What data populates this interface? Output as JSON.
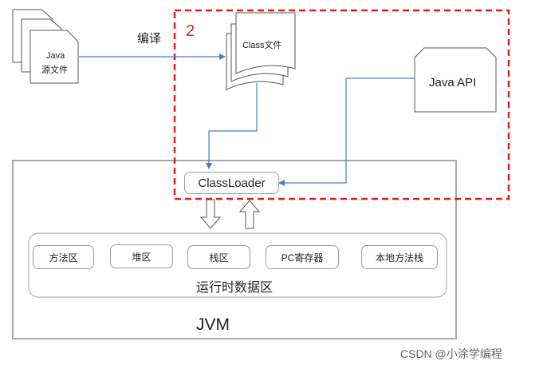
{
  "source_file": {
    "label_line1": "Java",
    "label_line2": "源文件"
  },
  "compile_label": "编译",
  "step_number": "2",
  "class_file": {
    "label": "Class文件"
  },
  "java_api": {
    "label": "Java API"
  },
  "classloader": {
    "label": "ClassLoader"
  },
  "runtime_area": {
    "title": "运行时数据区",
    "regions": [
      "方法区",
      "堆区",
      "栈区",
      "PC寄存器",
      "本地方法栈"
    ]
  },
  "jvm_label": "JVM",
  "watermark": "CSDN @小涂学编程",
  "colors": {
    "dashed_box": "#e02020",
    "arrow": "#4a7fc0",
    "border": "#9a9a9a",
    "number": "#e02020"
  }
}
